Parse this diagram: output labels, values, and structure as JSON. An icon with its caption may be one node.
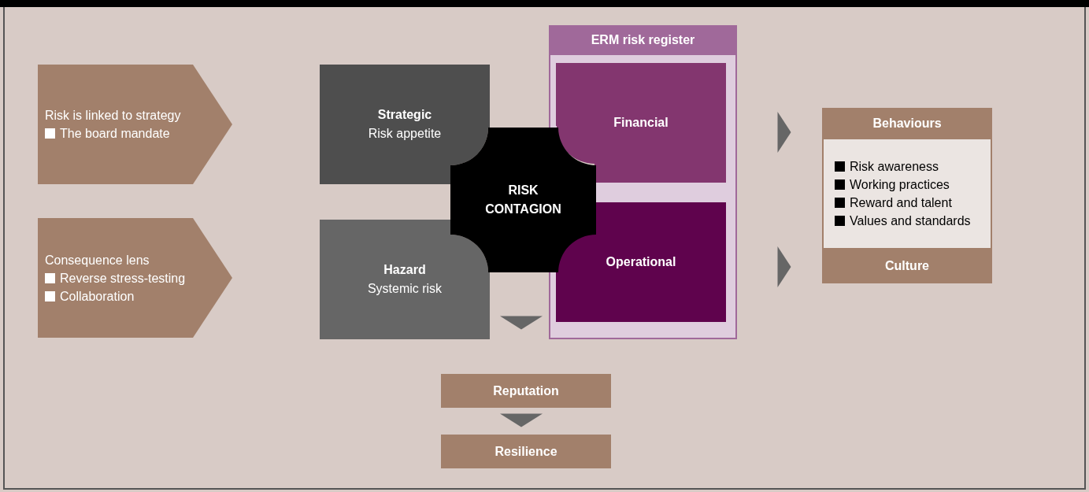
{
  "diagram": {
    "nodes": [
      {
        "text": [
          "Risk is linked to strategy",
          "The board mandate"
        ]
      },
      {
        "text": [
          "Consequence lens",
          "Reverse stress-testing",
          "Collaboration"
        ]
      },
      {
        "text": [
          "Strategic",
          "Risk appetite"
        ]
      },
      {
        "text": [
          "Hazard",
          "Systemic risk"
        ]
      },
      {
        "text": [
          "RISK CONTAGION"
        ]
      },
      {
        "text": [
          "ERM risk register"
        ]
      },
      {
        "text": [
          "Financial"
        ],
        "in": 5
      },
      {
        "text": [
          "Operational"
        ],
        "in": 5
      },
      {
        "text": [
          "Behaviours",
          "Risk awareness",
          "Working practices",
          "Reward and talent",
          "Values and standards",
          "Culture"
        ]
      },
      {
        "text": [
          "Reputation"
        ]
      },
      {
        "text": [
          "Resilience"
        ]
      }
    ],
    "edges": [
      {
        "from": 5,
        "to": 8,
        "arrow": "to"
      },
      {
        "from": 5,
        "to": 8,
        "arrow": "to"
      },
      {
        "from": 4,
        "to": 9,
        "arrow": "to"
      },
      {
        "from": 9,
        "to": 10,
        "arrow": "to"
      }
    ]
  }
}
